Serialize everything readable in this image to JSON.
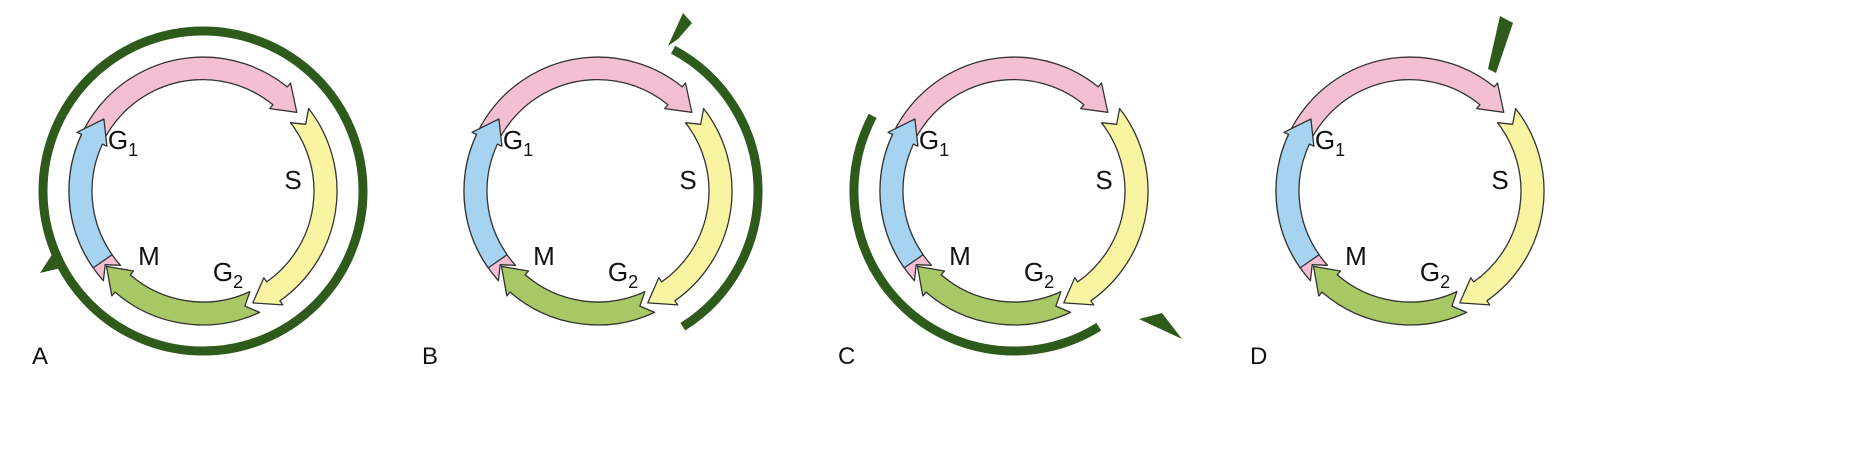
{
  "colors": {
    "g1": "#f4bfd3",
    "s": "#f8f4a2",
    "g2": "#a8c865",
    "m": "#a6d3ef",
    "marker": "#2e5a1c",
    "outline": "#333333"
  },
  "phases": [
    {
      "key": "g1",
      "label": "G",
      "sub": "1"
    },
    {
      "key": "s",
      "label": "S",
      "sub": ""
    },
    {
      "key": "g2",
      "label": "G",
      "sub": "2"
    },
    {
      "key": "m",
      "label": "M",
      "sub": ""
    }
  ],
  "panels": [
    {
      "letter": "A",
      "marker": "full"
    },
    {
      "letter": "B",
      "marker": "s-phase"
    },
    {
      "letter": "C",
      "marker": "g2-m"
    },
    {
      "letter": "D",
      "marker": "g1-s-point"
    }
  ]
}
